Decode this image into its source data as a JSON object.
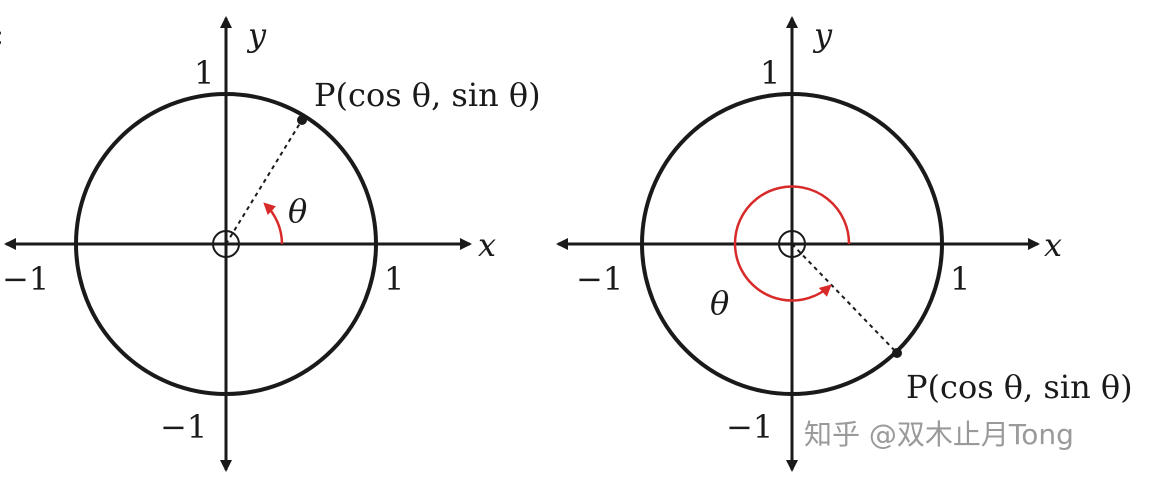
{
  "colors": {
    "ink": "#1a1a1a",
    "angle_red": "#d92a2a",
    "watermark": "#9a9a9a"
  },
  "left": {
    "x_axis_label": "x",
    "y_axis_label": "y",
    "tick_x_pos": "1",
    "tick_x_neg": "−1",
    "tick_y_pos": "1",
    "tick_y_neg": "−1",
    "point_label": "P(cos θ, sin θ)",
    "angle_label": "θ"
  },
  "right": {
    "x_axis_label": "x",
    "y_axis_label": "y",
    "tick_x_pos": "1",
    "tick_x_neg": "−1",
    "tick_y_pos": "1",
    "tick_y_neg": "−1",
    "point_label": "P(cos θ, sin θ)",
    "angle_label": "θ"
  },
  "watermark": "知乎 @双木止月Tong",
  "edge_glyph": ":"
}
